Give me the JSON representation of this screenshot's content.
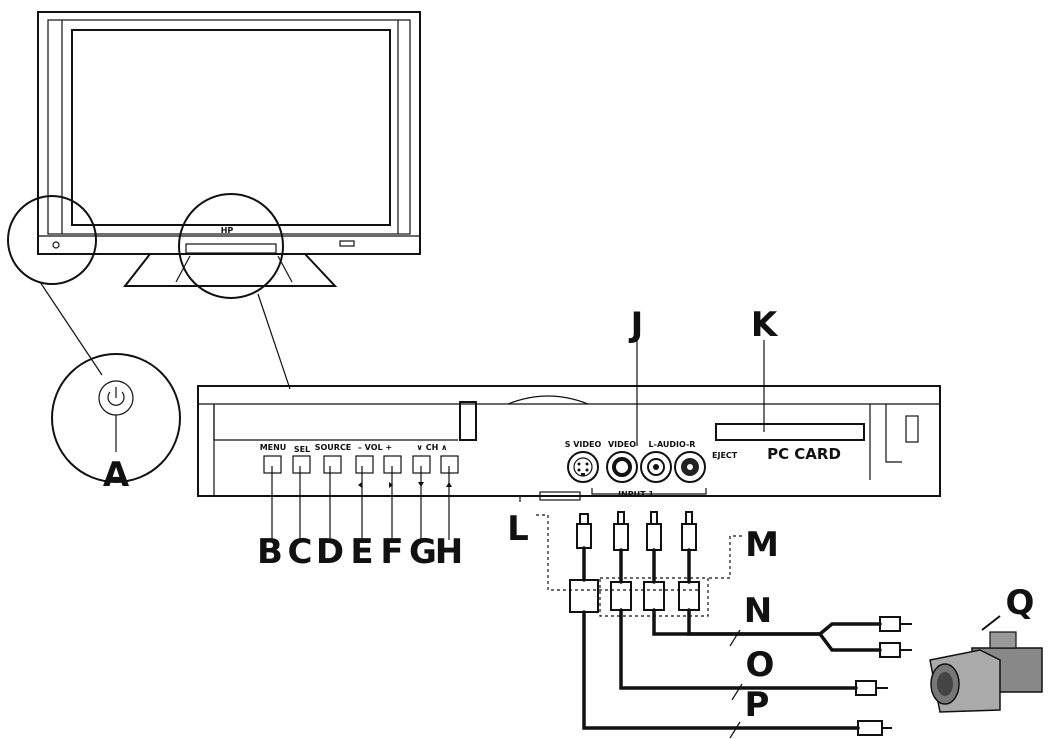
{
  "panel_labels": {
    "menu": "MENU",
    "sel": "SEL",
    "source": "SOURCE",
    "vol": "–  VOL  +",
    "ch": "∨  CH  ∧",
    "svideo": "S VIDEO",
    "video": "VIDEO",
    "audio": "L-AUDIO-R",
    "input": "INPUT 1",
    "eject": "EJECT",
    "pccard": "PC CARD"
  },
  "callouts": {
    "A": "A",
    "B": "B",
    "C": "C",
    "D": "D",
    "E": "E",
    "F": "F",
    "G": "G",
    "H": "H",
    "J": "J",
    "K": "K",
    "L": "L",
    "M": "M",
    "N": "N",
    "O": "O",
    "P": "P",
    "Q": "Q"
  },
  "icons": {
    "power": "power-icon",
    "camcorder": "camcorder-icon"
  }
}
